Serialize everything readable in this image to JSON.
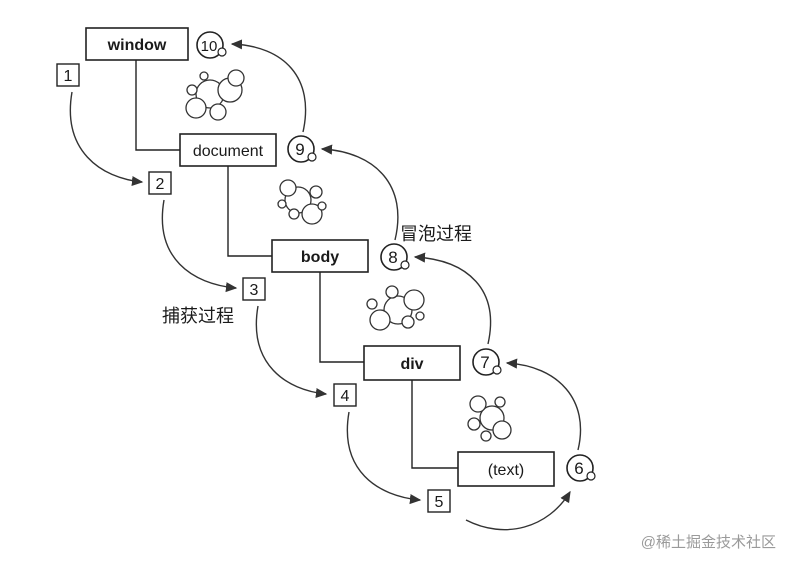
{
  "nodes": {
    "window": "window",
    "document": "document",
    "body": "body",
    "div": "div",
    "text": "(text)"
  },
  "capture_steps": [
    "1",
    "2",
    "3",
    "4",
    "5"
  ],
  "bubble_steps": [
    "6",
    "7",
    "8",
    "9",
    "10"
  ],
  "phases": {
    "capture": "捕获过程",
    "bubble": "冒泡过程"
  },
  "watermark": "@稀土掘金技术社区"
}
